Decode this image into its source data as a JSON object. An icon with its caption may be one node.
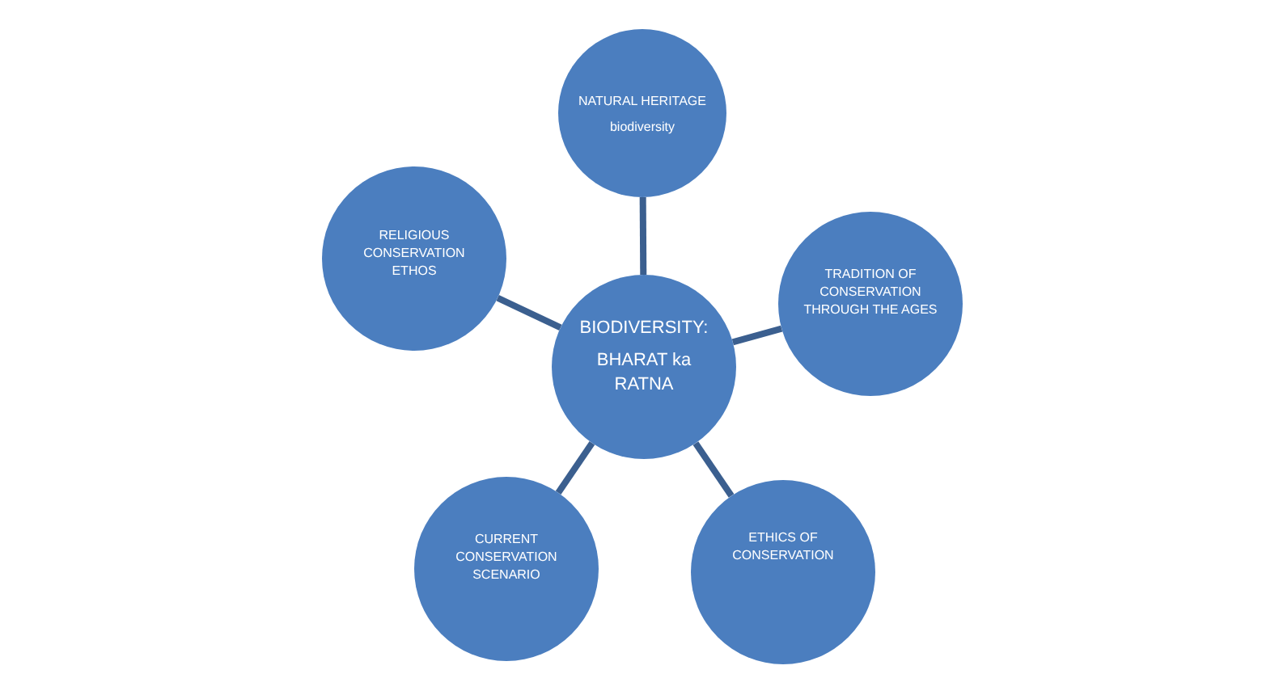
{
  "diagram": {
    "nodes": [
      {
        "text": [
          "BIODIVERSITY:",
          "BHARAT ka RATNA"
        ]
      },
      {
        "text": [
          "NATURAL HERITAGE",
          "biodiversity"
        ]
      },
      {
        "text": [
          "TRADITION OF CONSERVATION THROUGH THE AGES"
        ]
      },
      {
        "text": [
          "ETHICS OF CONSERVATION"
        ]
      },
      {
        "text": [
          "CURRENT CONSERVATION SCENARIO"
        ]
      },
      {
        "text": [
          "RELIGIOUS CONSERVATION ETHOS"
        ]
      }
    ],
    "edges": [
      {
        "from": 0,
        "to": 1,
        "arrow": "none"
      },
      {
        "from": 0,
        "to": 2,
        "arrow": "none"
      },
      {
        "from": 0,
        "to": 3,
        "arrow": "none"
      },
      {
        "from": 0,
        "to": 4,
        "arrow": "none"
      },
      {
        "from": 0,
        "to": 5,
        "arrow": "none"
      }
    ]
  }
}
